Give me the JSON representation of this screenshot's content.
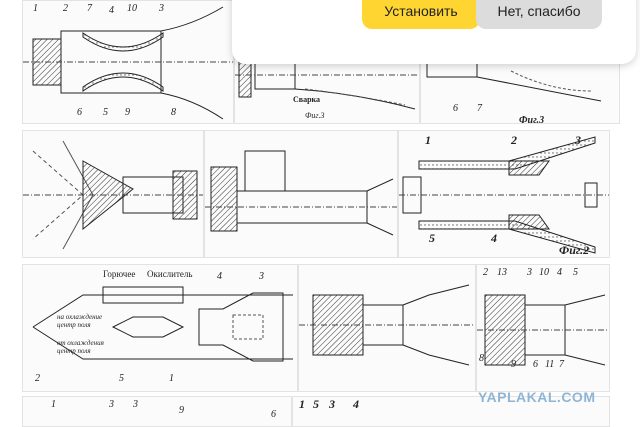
{
  "prompt": {
    "install_label": "Установить",
    "decline_label": "Нет, спасибо"
  },
  "watermark": {
    "text": "YAPLAKAL.COM"
  },
  "figures": {
    "fig3_caption": "Фиг.3",
    "fig3b_caption": "Фиг.3",
    "fig2_caption": "Фиг.2",
    "weld_label": "Сварка",
    "fuel_label": "Горючее",
    "oxidizer_label": "Окислитель",
    "cooling_note_1": "на охлаждение",
    "cooling_note_2": "от охлаждения",
    "cooling_sub_1": "центр поля",
    "cooling_sub_2": "центр поля",
    "tile1_labels": [
      "1",
      "2",
      "7",
      "4",
      "10",
      "3",
      "6",
      "5",
      "9",
      "8"
    ],
    "tile3_labels": [
      "6",
      "7"
    ],
    "tile6_labels": [
      "1",
      "2",
      "3",
      "5",
      "4"
    ],
    "tile9_labels": [
      "2",
      "13",
      "3",
      "10",
      "4",
      "5",
      "8",
      "9",
      "6",
      "11",
      "7"
    ],
    "tile7_labels": [
      "4",
      "3",
      "2",
      "5",
      "1"
    ],
    "bottom_labels": [
      "1",
      "3",
      "3",
      "9",
      "6",
      "1",
      "5",
      "3",
      "4"
    ]
  },
  "colors": {
    "accent_yellow": "#ffd631",
    "button_gray": "#dcdcdc",
    "watermark_blue": "#8fb5d6"
  }
}
